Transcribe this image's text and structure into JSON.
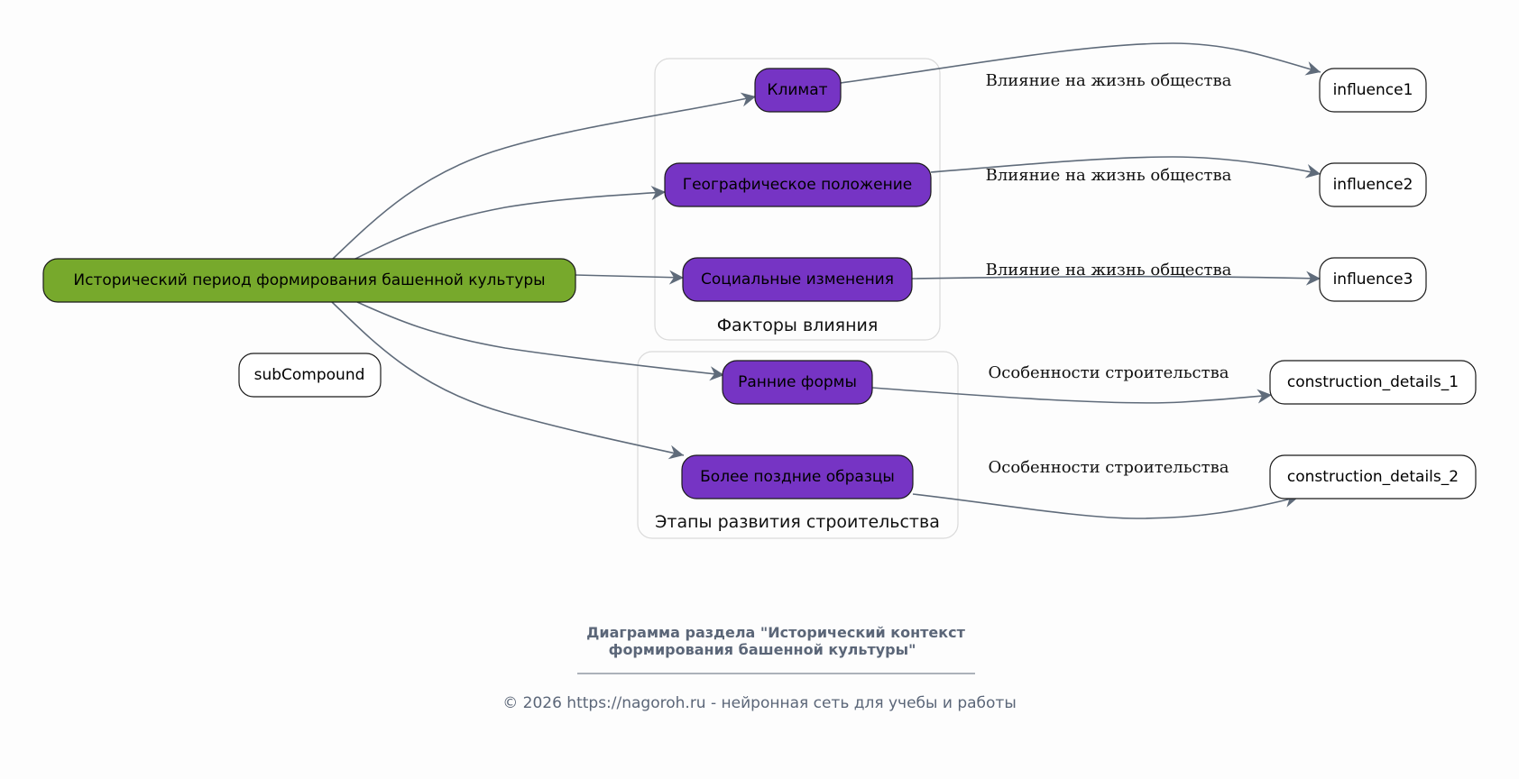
{
  "colors": {
    "root_fill": "#77a92c",
    "factor_fill": "#7634c4",
    "leaf_fill": "#ffffff",
    "edge": "#5f6b7a",
    "footer_text": "#5b6678"
  },
  "clusters": [
    {
      "id": "factors",
      "label": "Факторы влияния"
    },
    {
      "id": "stages",
      "label": "Этапы развития строительства"
    }
  ],
  "nodes": [
    {
      "id": "root",
      "label": "Исторический период формирования башенной культуры",
      "kind": "root"
    },
    {
      "id": "subCompound",
      "label": "subCompound",
      "kind": "leaf"
    },
    {
      "id": "climate",
      "label": "Климат",
      "kind": "factor",
      "cluster": "factors"
    },
    {
      "id": "geo",
      "label": "Географическое положение",
      "kind": "factor",
      "cluster": "factors"
    },
    {
      "id": "social",
      "label": "Социальные изменения",
      "kind": "factor",
      "cluster": "factors"
    },
    {
      "id": "early",
      "label": "Ранние формы",
      "kind": "factor",
      "cluster": "stages"
    },
    {
      "id": "late",
      "label": "Более поздние образцы",
      "kind": "factor",
      "cluster": "stages"
    },
    {
      "id": "influence1",
      "label": "influence1",
      "kind": "leaf"
    },
    {
      "id": "influence2",
      "label": "influence2",
      "kind": "leaf"
    },
    {
      "id": "influence3",
      "label": "influence3",
      "kind": "leaf"
    },
    {
      "id": "construction_details_1",
      "label": "construction_details_1",
      "kind": "leaf"
    },
    {
      "id": "construction_details_2",
      "label": "construction_details_2",
      "kind": "leaf"
    }
  ],
  "edges": [
    {
      "from": "root",
      "to": "climate",
      "label": ""
    },
    {
      "from": "root",
      "to": "geo",
      "label": ""
    },
    {
      "from": "root",
      "to": "social",
      "label": ""
    },
    {
      "from": "root",
      "to": "early",
      "label": ""
    },
    {
      "from": "root",
      "to": "late",
      "label": ""
    },
    {
      "from": "climate",
      "to": "influence1",
      "label": "Влияние на жизнь общества"
    },
    {
      "from": "geo",
      "to": "influence2",
      "label": "Влияние на жизнь общества"
    },
    {
      "from": "social",
      "to": "influence3",
      "label": "Влияние на жизнь общества"
    },
    {
      "from": "early",
      "to": "construction_details_1",
      "label": "Особенности строительства"
    },
    {
      "from": "late",
      "to": "construction_details_2",
      "label": "Особенности строительства"
    }
  ],
  "footer": {
    "title_line1": "Диаграмма раздела \"Исторический контекст",
    "title_line2": "формирования башенной культуры\"",
    "copyright": "© 2026 https://nagoroh.ru - нейронная сеть для учебы и работы"
  }
}
